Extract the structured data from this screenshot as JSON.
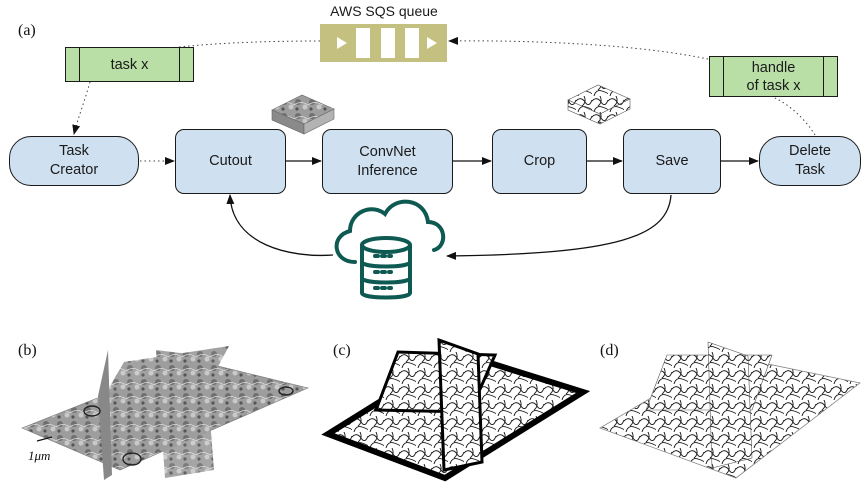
{
  "panel_labels": {
    "a": "(a)",
    "b": "(b)",
    "c": "(c)",
    "d": "(d)"
  },
  "queue": {
    "title": "AWS SQS queue"
  },
  "tags": {
    "task": "task x",
    "handle": "handle\nof task x"
  },
  "nodes": {
    "task_creator": "Task\nCreator",
    "cutout": "Cutout",
    "convnet": "ConvNet\nInference",
    "crop": "Crop",
    "save": "Save",
    "delete_task": "Delete\nTask"
  },
  "scale_bar": "1μm",
  "colors": {
    "box_fill": "#cfe0f1",
    "tag_fill": "#b9dfa6",
    "queue_fill": "#c4c07f",
    "storage_icon": "#0e5a52"
  }
}
